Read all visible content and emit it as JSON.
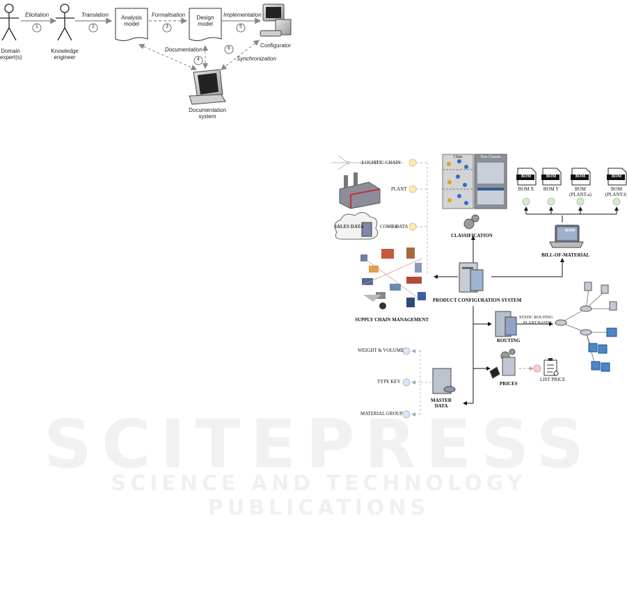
{
  "process": {
    "actors": {
      "domain_expert": [
        "Domain",
        "expert(s)"
      ],
      "knowledge_engineer": [
        "Knowledge",
        "engineer"
      ]
    },
    "steps": {
      "elicitation": "Elicitation",
      "translation": "Translation",
      "formalisation": "Formalisation",
      "implementation": "Implementation",
      "documentation": "Documentation",
      "synchronization": "Synchronization"
    },
    "numbers": {
      "n1": "1",
      "n2": "2",
      "n3": "3",
      "n4": "4",
      "n5": "5",
      "n6": "6"
    },
    "docs": {
      "analysis": [
        "Analysis",
        "model"
      ],
      "design": [
        "Design",
        "model"
      ]
    },
    "systems": {
      "configurator": "Configurator",
      "documentation_system": [
        "Documentation",
        "system"
      ]
    }
  },
  "architecture": {
    "left_items": {
      "logistic": "LOGISTIC CHAIN",
      "plant": "PLANT",
      "comb": "COMB DATA",
      "sales": "SALES DATA"
    },
    "scm": "SUPPLY CHAIN MANAGEMENT",
    "classification": {
      "label": "CLASSIFICATION",
      "class_header": "Class",
      "test_header": "Test Classes"
    },
    "bom": {
      "icon_label": "BOM",
      "items": [
        [
          "BOM X"
        ],
        [
          "BOM Y"
        ],
        [
          "BOM",
          "(PLANT-a)"
        ],
        [
          "BOM",
          "(PLANT-b)"
        ]
      ],
      "title": "BILL-OF-MATERIAL"
    },
    "center": "PRODUCT CONFIGURATION SYSTEM",
    "routing": {
      "label": "ROUTING",
      "static": "STATIC ROUTING",
      "plant_based": "PLANT BASED"
    },
    "prices": {
      "label": "PRICES",
      "list_price": "LIST PRICE"
    },
    "master": {
      "label": [
        "MASTER",
        "DATA"
      ],
      "items": {
        "weight": "WEIGHT & VOLUME",
        "type_key": "TYPE KEY",
        "material_group": "MATERIAL GROUP"
      }
    }
  },
  "watermark": {
    "line1": "SCITEPRESS",
    "line2": "SCIENCE AND TECHNOLOGY PUBLICATIONS"
  }
}
